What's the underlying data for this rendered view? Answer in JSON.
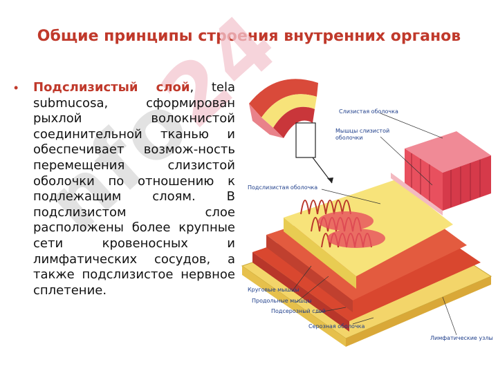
{
  "slide": {
    "title": "Общие принципы строения внутренних органов",
    "watermark": {
      "left": "nfo",
      "right": "24"
    },
    "bullet": {
      "term": "Подслизистый слой",
      "text": ", tela submucosa, сформирован рыхлой волокнистой соединительной тканью и обеспечивает возмож-ность перемещения слизистой оболочки по отношению к подлежащим слоям. В подслизистом слое расположены более крупные сети кровеносных и лимфатических сосудов, а также подслизистое нервное сплетение."
    }
  },
  "diagram": {
    "labels": {
      "mucosa": "Слизистая оболочка",
      "mucosa_muscles_1": "Мышцы слизистой",
      "mucosa_muscles_2": "оболочки",
      "submucosa": "Подслизистая оболочка",
      "circular": "Круговые мышцы",
      "longitudinal": "Продольные мышцы",
      "subserous": "Подсерозный слой",
      "serosa": "Серозная оболочка",
      "lymph": "Лимфатические узлы"
    },
    "colors": {
      "mucosa": "#e8505e",
      "submucosa": "#f7e37a",
      "muscle": "#d9472f",
      "serosa": "#f4d86a",
      "label": "#1d3d8a"
    }
  }
}
